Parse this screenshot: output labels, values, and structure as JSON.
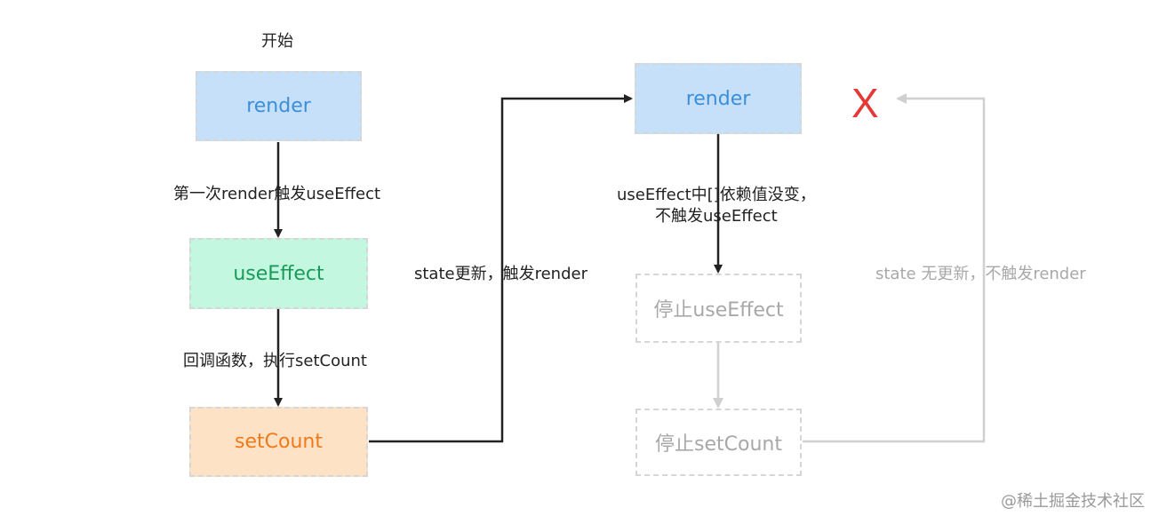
{
  "start_label": "开始",
  "left": {
    "render": "render",
    "edge1": "第一次render触发useEffect",
    "use_effect": "useEffect",
    "edge2": "回调函数，执行setCount",
    "set_count": "setCount"
  },
  "middle_edge": "state更新，触发render",
  "right": {
    "render": "render",
    "edge1_line1": "useEffect中[]依赖值没变，",
    "edge1_line2": "不触发useEffect",
    "stop_use_effect": "停止useEffect",
    "stop_set_count": "停止setCount",
    "back_edge": "state 无更新，不触发render",
    "cross": "X"
  },
  "watermark": "@稀土掘金技术社区",
  "colors": {
    "render_fill": "#c7e0fa",
    "render_text": "#3a8fd8",
    "effect_fill": "#c3f7df",
    "effect_text": "#1a9a5a",
    "setcount_fill": "#fde2c6",
    "setcount_text": "#f07a1a",
    "disabled_text": "#a8a8a8",
    "cross": "#e53935"
  }
}
